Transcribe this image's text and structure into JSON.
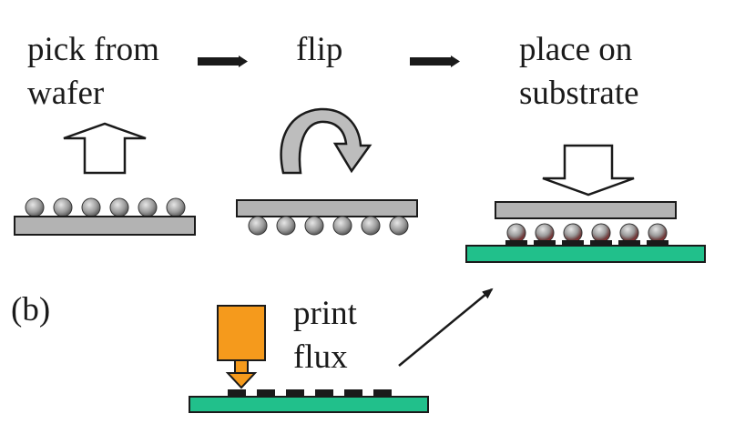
{
  "labels": {
    "pick_line1": "pick from",
    "pick_line2": "wafer",
    "flip": "flip",
    "place_line1": "place on",
    "place_line2": "substrate",
    "panel": "(b)",
    "print_line1": "print",
    "print_line2": "flux"
  },
  "steps": [
    {
      "name": "pick from wafer",
      "bumps": 6
    },
    {
      "name": "flip",
      "bumps": 6
    },
    {
      "name": "place on substrate",
      "bumps": 6
    },
    {
      "name": "print flux",
      "pads": 6
    }
  ],
  "colors": {
    "die_gray": "#b3b3b3",
    "substrate_green": "#21c08b",
    "dispenser_orange": "#f59a1c",
    "bump_red": "#c0262a",
    "outline": "#1a1a1a"
  }
}
